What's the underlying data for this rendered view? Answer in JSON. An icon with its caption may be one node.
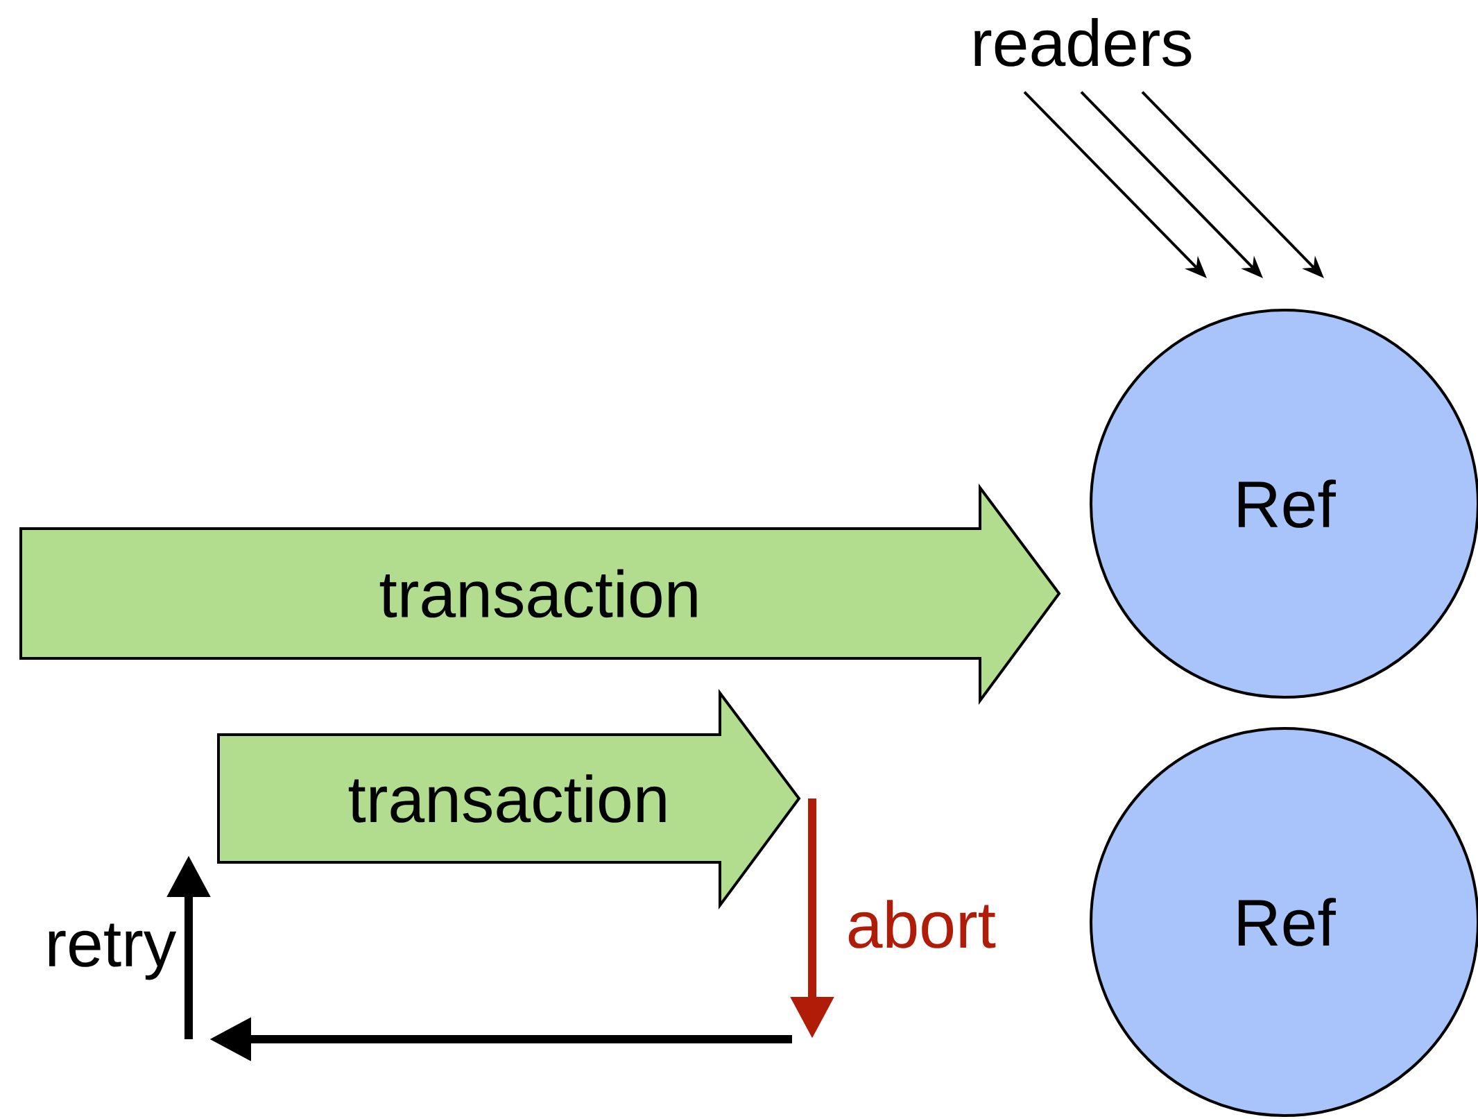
{
  "diagram": {
    "nodes": [
      {
        "text": [
          "readers"
        ]
      },
      {
        "text": [
          "Ref"
        ]
      },
      {
        "text": [
          "Ref"
        ]
      },
      {
        "text": [
          "transaction"
        ]
      },
      {
        "text": [
          "transaction"
        ]
      }
    ],
    "edges": [
      {
        "from": 0,
        "to": 1,
        "arrow": "to"
      },
      {
        "from": 0,
        "to": 1,
        "arrow": "to"
      },
      {
        "from": 0,
        "to": 1,
        "arrow": "to"
      },
      {
        "from": 4,
        "to": null,
        "arrow": "to",
        "label": "abort",
        "style": "thick",
        "color": "#b01c08"
      }
    ],
    "labels": [
      "retry"
    ]
  }
}
